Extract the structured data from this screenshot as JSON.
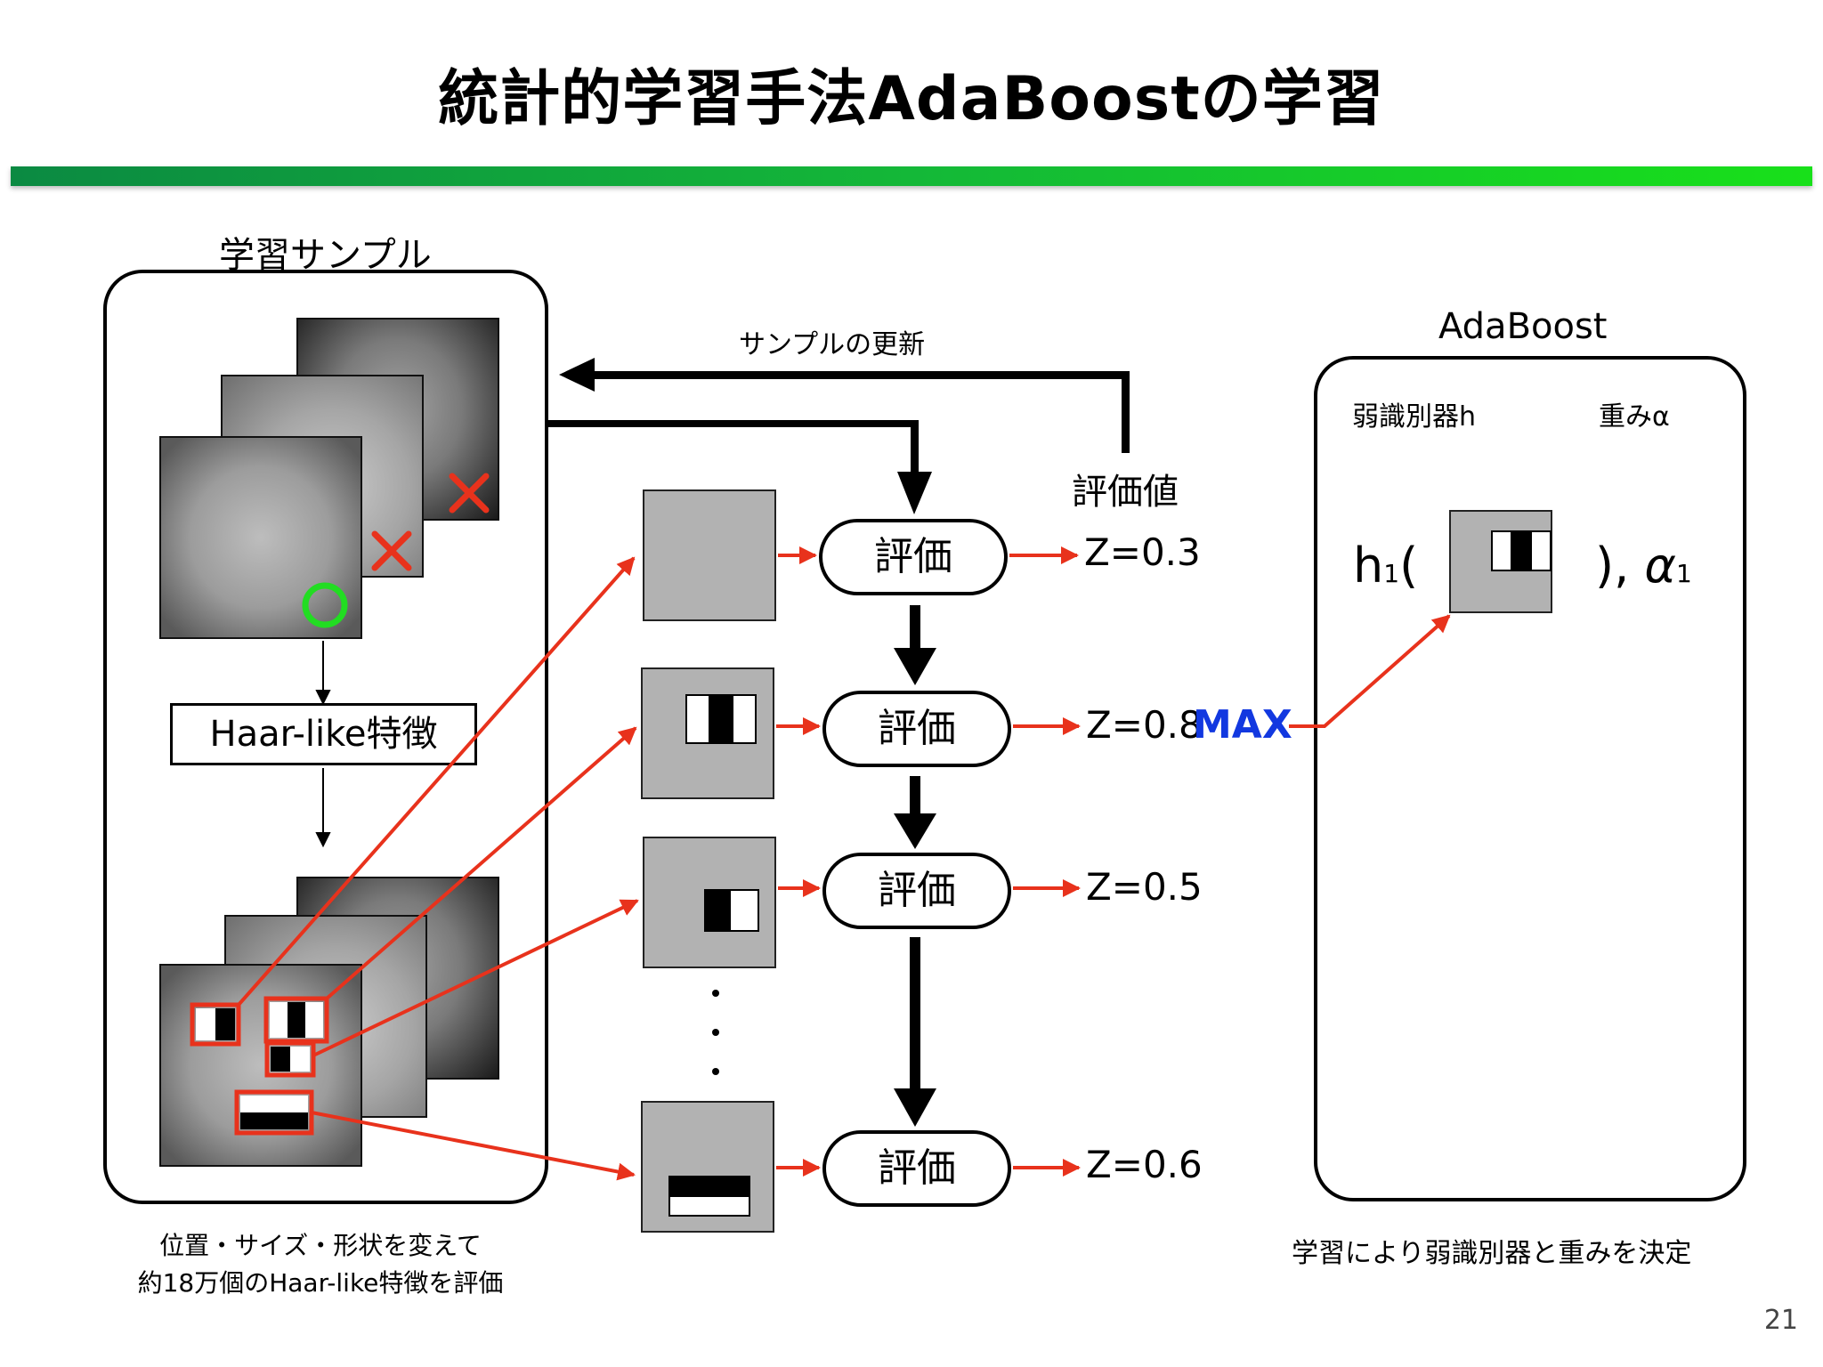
{
  "title": "統計的学習手法AdaBoostの学習",
  "left": {
    "section_label": "学習サンプル",
    "haar_label": "Haar-like特徴",
    "caption_line1": "位置・サイズ・形状を変えて",
    "caption_line2": "約18万個のHaar-like特徴を評価",
    "marks": [
      "×",
      "×",
      "○"
    ]
  },
  "middle": {
    "update_label": "サンプルの更新",
    "eval_value_label": "評価値",
    "eval_label": "評価",
    "scores": [
      "Z=0.3",
      "Z=0.8",
      "Z=0.5",
      "Z=0.6"
    ],
    "max_label": "MAX",
    "ellipsis": "・・・"
  },
  "right": {
    "section_label": "AdaBoost",
    "weak_classifier_label": "弱識別器h",
    "weight_label": "重みα",
    "formula_h": "h",
    "formula_h_sub": "1",
    "formula_open": "(",
    "formula_close": "),",
    "formula_alpha": "α",
    "formula_alpha_sub": "1",
    "caption": "学習により弱識別器と重みを決定"
  },
  "page_number": "21",
  "colors": {
    "arrow_red": "#e8321c",
    "max_blue": "#1238e0",
    "bar_green_start": "#0b8a42",
    "bar_green_end": "#18e01a",
    "positive_circle": "#22dd22",
    "negative_cross": "#e8321c"
  }
}
